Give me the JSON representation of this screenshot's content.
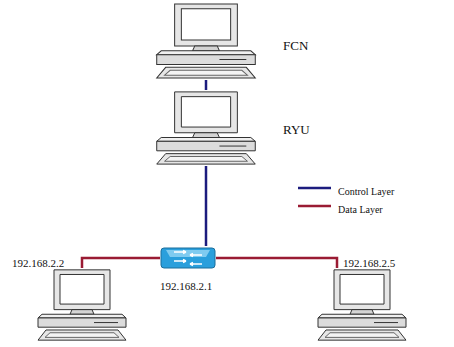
{
  "diagram": {
    "nodes": [
      {
        "text": [
          "FCN"
        ]
      },
      {
        "text": [
          "RYU"
        ]
      },
      {
        "text": [
          "192.168.2.1"
        ]
      },
      {
        "text": [
          "192.168.2.2"
        ]
      },
      {
        "text": [
          "192.168.2.5"
        ]
      }
    ],
    "edges": [
      {
        "from": 0,
        "to": 1,
        "arrow": "none"
      },
      {
        "from": 1,
        "to": 2,
        "arrow": "none"
      },
      {
        "from": 2,
        "to": 3,
        "arrow": "none"
      },
      {
        "from": 2,
        "to": 4,
        "arrow": "none"
      }
    ],
    "legend": [
      {
        "text": "Control Layer"
      },
      {
        "text": "Data Layer"
      }
    ]
  }
}
